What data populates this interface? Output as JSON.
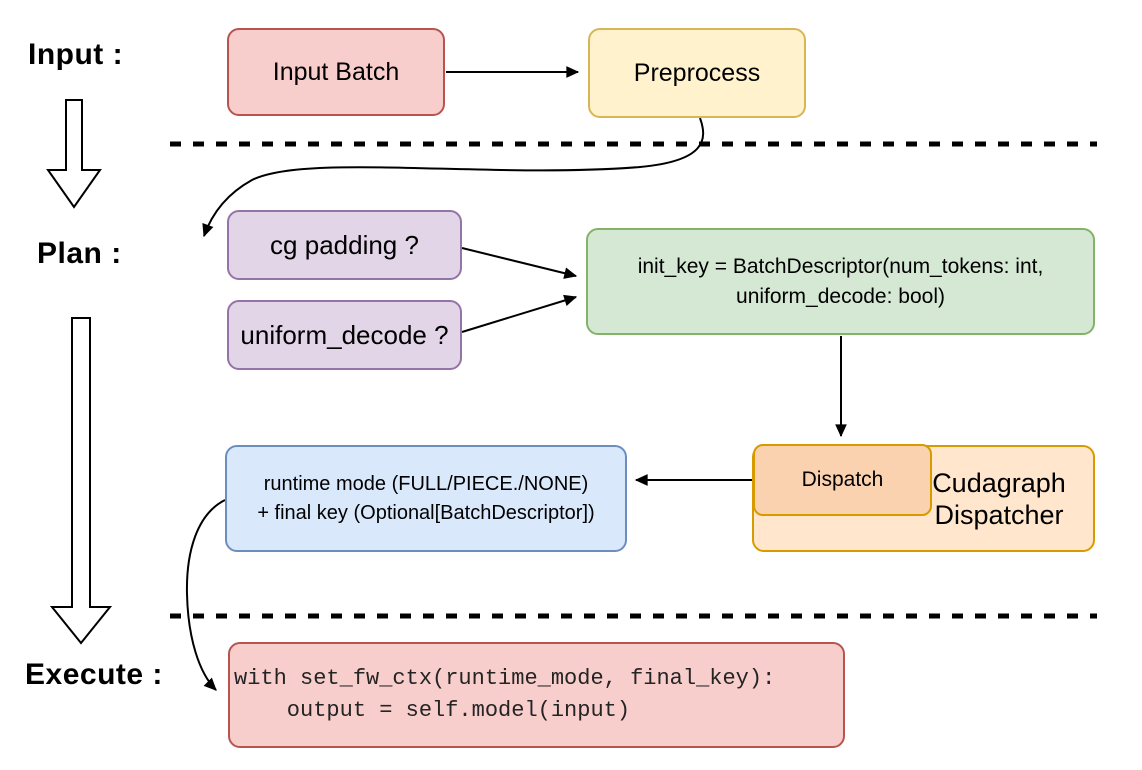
{
  "stages": {
    "input_label": "Input :",
    "plan_label": "Plan :",
    "execute_label": "Execute :"
  },
  "nodes": {
    "input_batch": {
      "label": "Input Batch"
    },
    "preprocess": {
      "label": "Preprocess"
    },
    "cg_padding": {
      "label": "cg padding ?"
    },
    "uniform_decode": {
      "label": "uniform_decode ?"
    },
    "init_key": {
      "line1": "init_key = BatchDescriptor(num_tokens: int,",
      "line2": "uniform_decode: bool)"
    },
    "runtime_mode": {
      "line1": "runtime mode (FULL/PIECE./NONE)",
      "line2": "+ final key (Optional[BatchDescriptor])"
    },
    "dispatch": {
      "label": "Dispatch"
    },
    "cudagraph_dispatcher": {
      "line1": "Cudagraph",
      "line2": "Dispatcher"
    },
    "execute_code": {
      "line1": "with set_fw_ctx(runtime_mode, final_key):",
      "line2": "    output = self.model(input)"
    }
  },
  "colors": {
    "pink_fill": "#f8cecc",
    "pink_border": "#b85450",
    "yellow_fill": "#fff2cc",
    "yellow_border": "#d6b656",
    "purple_fill": "#e1d5e7",
    "purple_border": "#9673a6",
    "green_fill": "#d5e8d4",
    "green_border": "#82b366",
    "orange_fill": "#ffe6cc",
    "orange_border": "#d79b00",
    "peach_fill": "#fad2b0",
    "blue_fill": "#dae8fc",
    "blue_border": "#6c8ebf",
    "line": "#000000"
  }
}
